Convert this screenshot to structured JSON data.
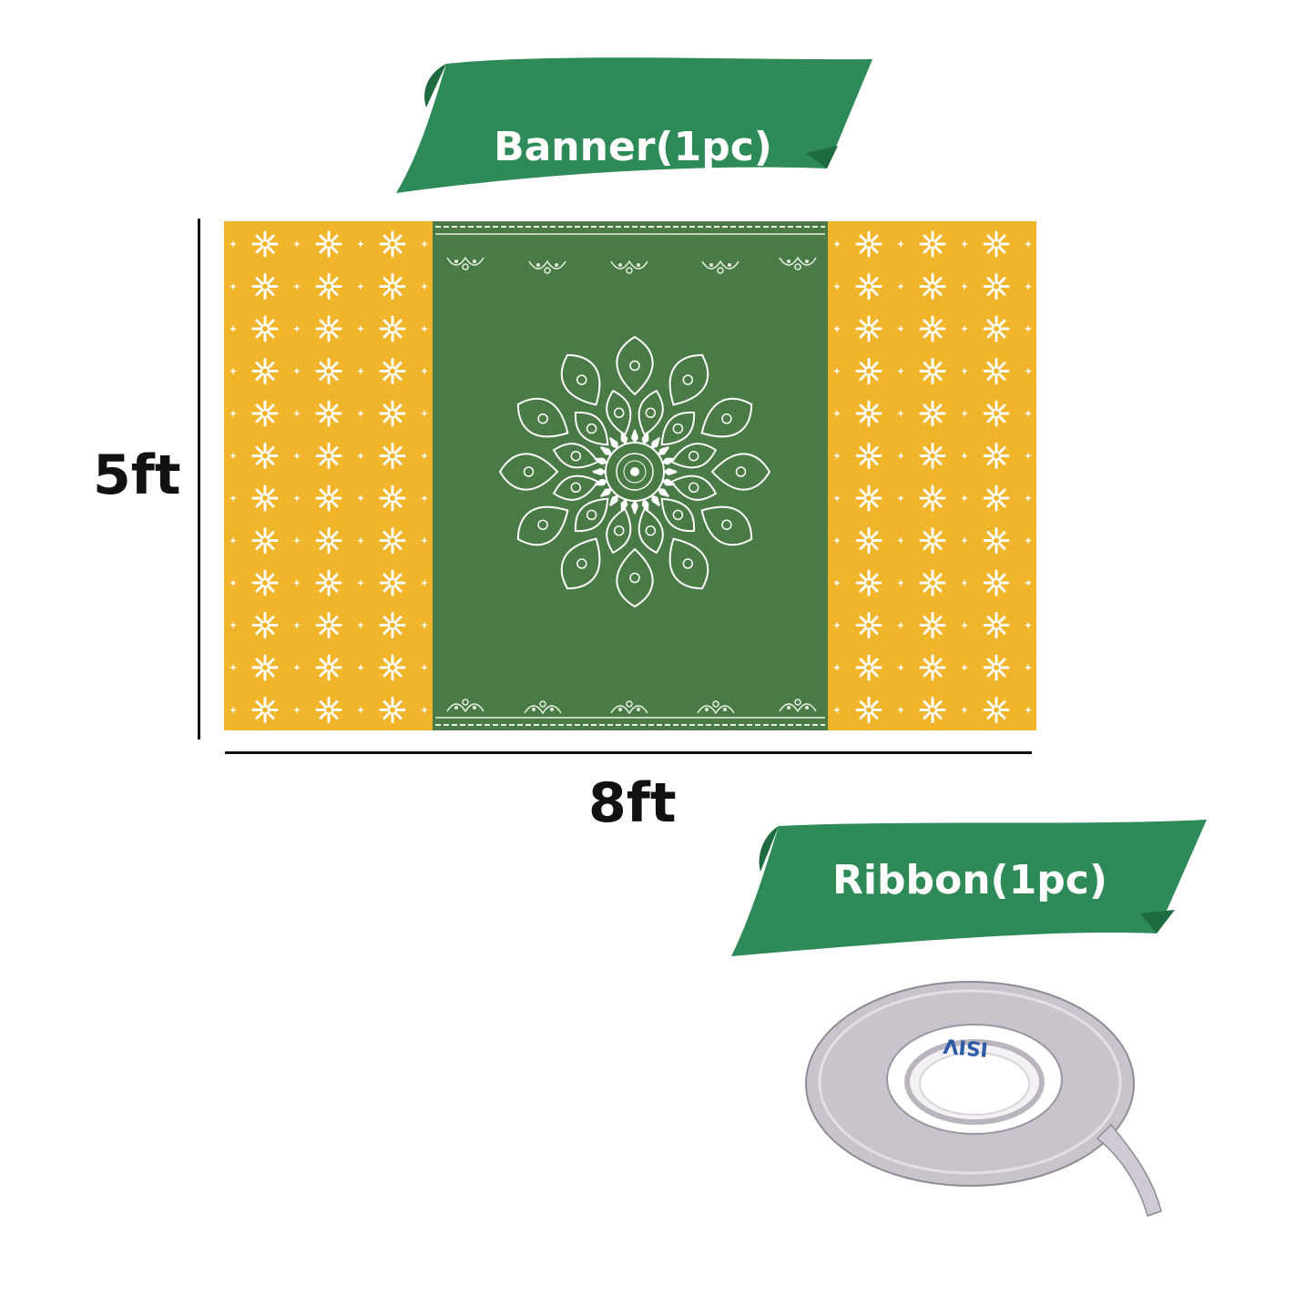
{
  "banner_section": {
    "label": "Banner(1pc)",
    "height_label": "5ft",
    "width_label": "8ft"
  },
  "ribbon_section": {
    "label": "Ribbon(1pc)",
    "roll_print": "ISIV"
  },
  "colors": {
    "ribbon_green": "#2e8b57",
    "ribbon_green_dark": "#1f6b40",
    "banner_yellow": "#f0b52a",
    "banner_green": "#4a7a45",
    "roll_gray": "#c9c4cc"
  },
  "icons": {
    "banner_label_shape": "ribbon-icon",
    "ribbon_label_shape": "ribbon-icon",
    "banner_center": "mandala-icon",
    "banner_side_pattern": "flower-icon",
    "product": "ribbon-roll-icon"
  }
}
